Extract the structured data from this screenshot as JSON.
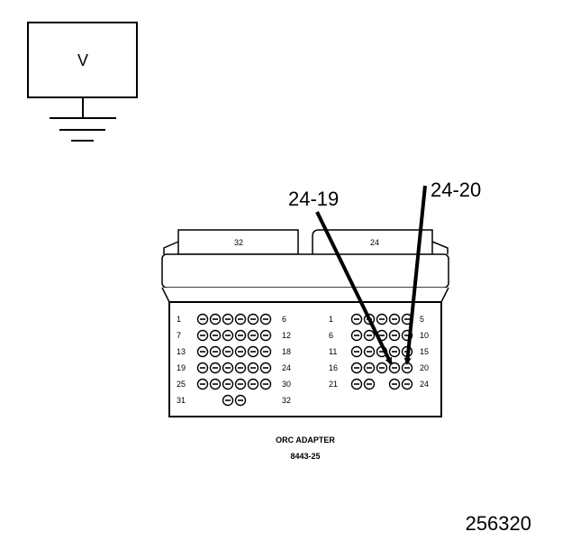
{
  "voltmeter": {
    "label": "V"
  },
  "callouts": [
    {
      "label": "24-19"
    },
    {
      "label": "24-20"
    }
  ],
  "connector_left": {
    "label": "32",
    "row_labels": [
      [
        "1",
        "6"
      ],
      [
        "7",
        "12"
      ],
      [
        "13",
        "18"
      ],
      [
        "19",
        "24"
      ],
      [
        "25",
        "30"
      ],
      [
        "31",
        "32"
      ]
    ]
  },
  "connector_right": {
    "label": "24",
    "row_labels": [
      [
        "1",
        "5"
      ],
      [
        "6",
        "10"
      ],
      [
        "11",
        "15"
      ],
      [
        "16",
        "20"
      ],
      [
        "21",
        "24"
      ]
    ]
  },
  "adapter": {
    "name": "ORC ADAPTER",
    "part_number": "8443-25"
  },
  "figure_number": "256320",
  "colors": {
    "ink": "#000000",
    "paper": "#ffffff"
  }
}
